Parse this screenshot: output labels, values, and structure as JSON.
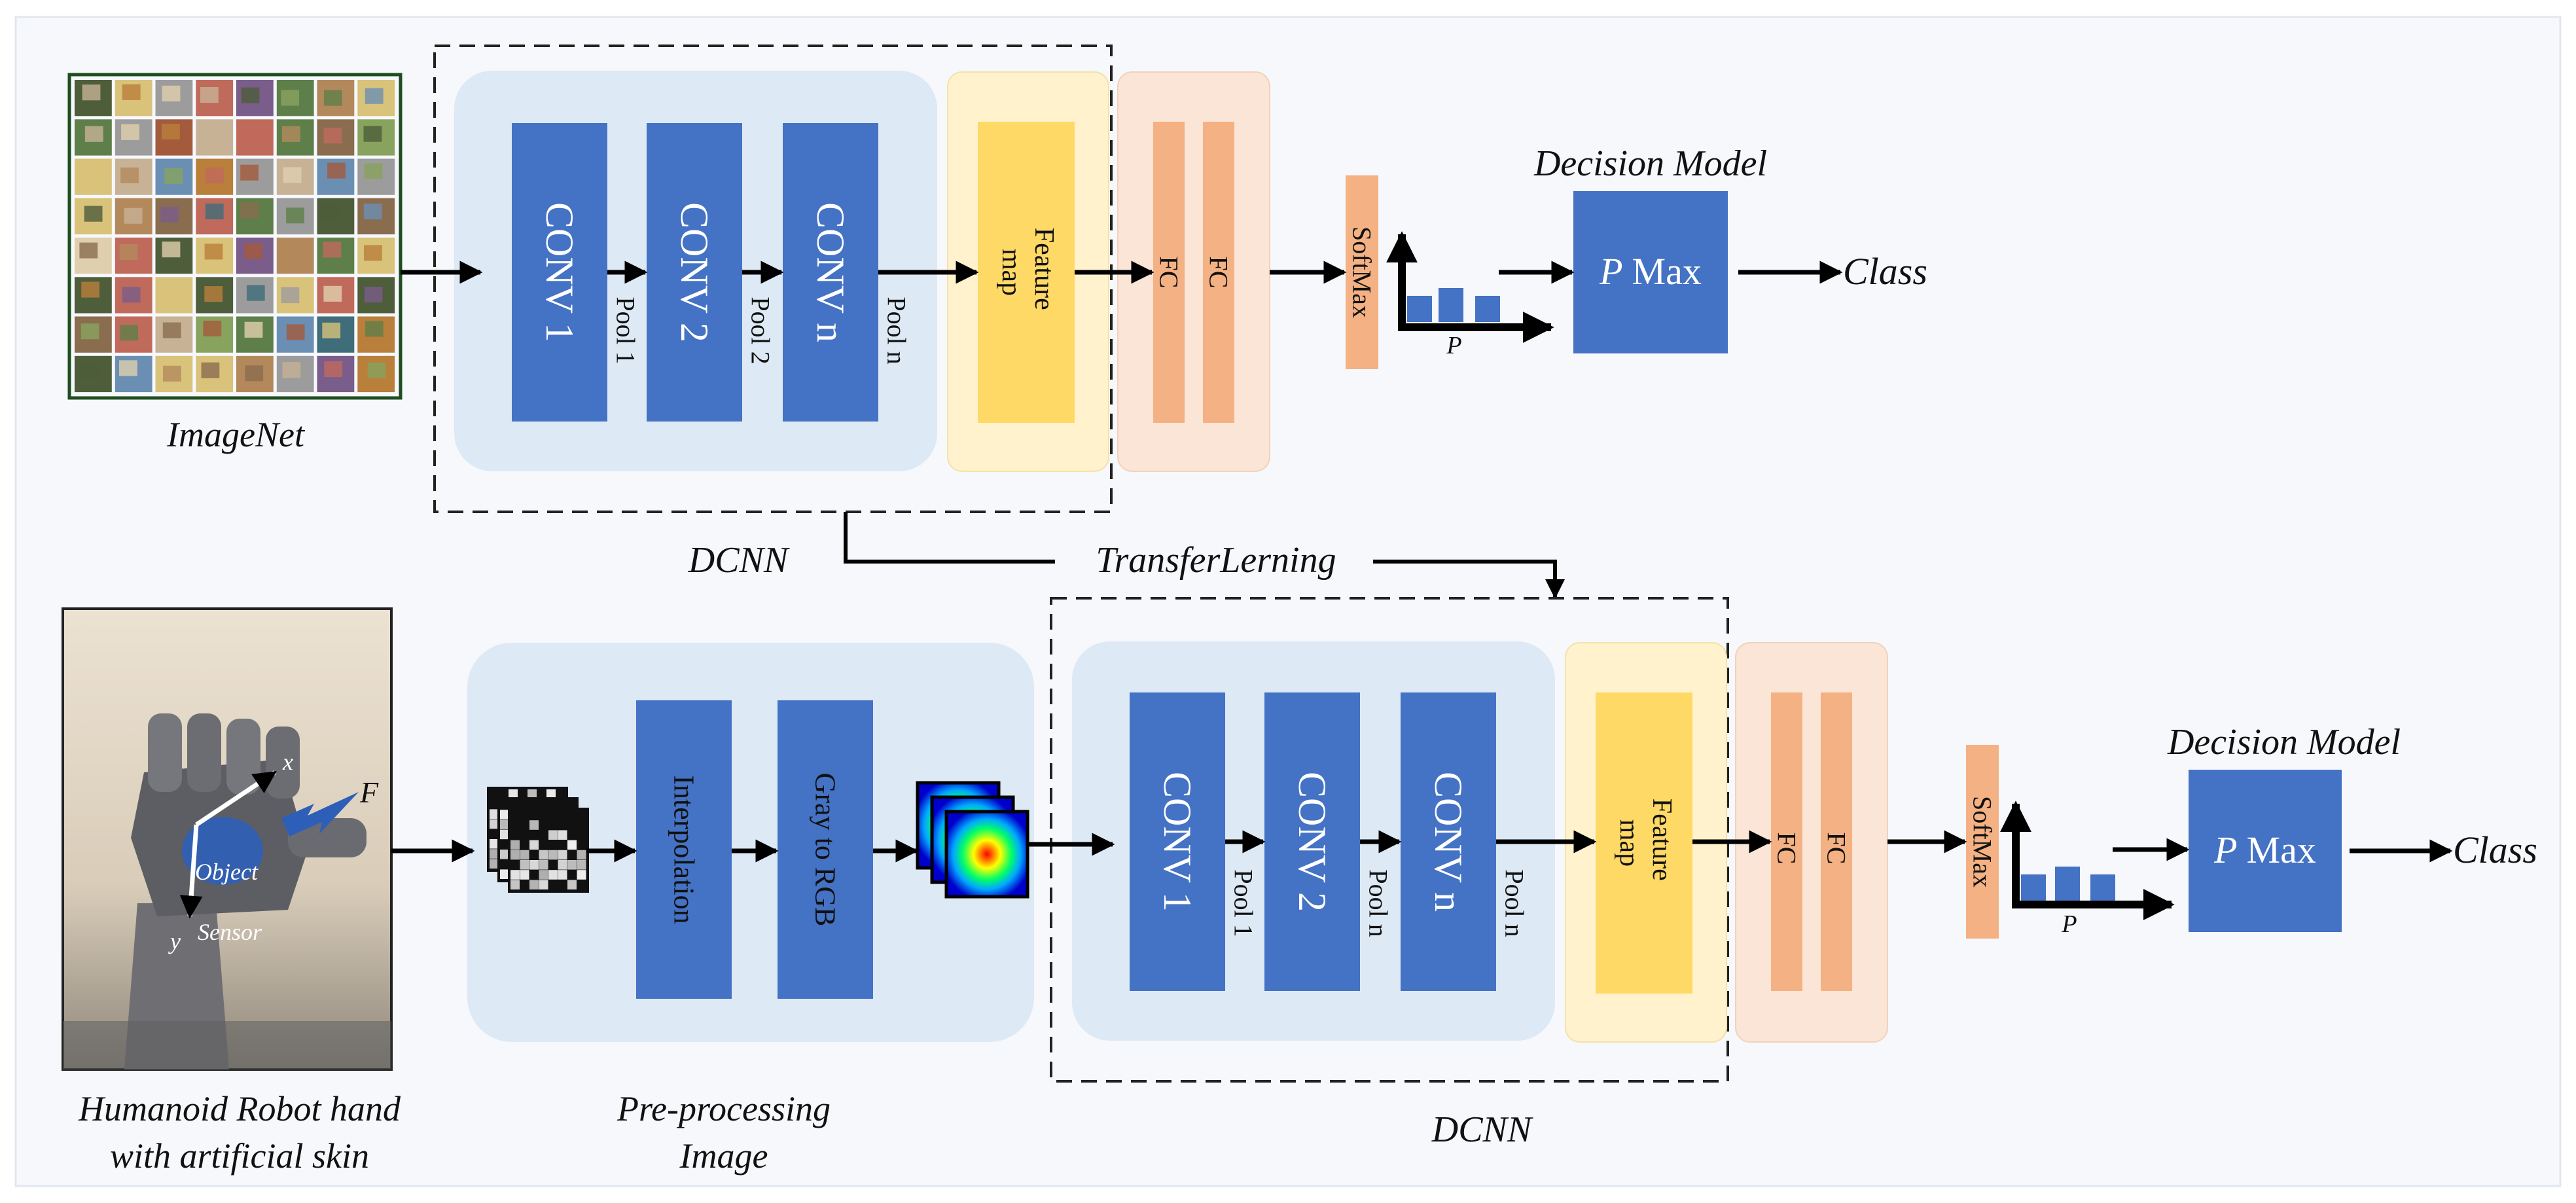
{
  "top": {
    "dataset_label": "ImageNet",
    "convs": [
      "CONV 1",
      "CONV 2",
      "CONV n"
    ],
    "pools": [
      "Pool 1",
      "Pool 2",
      "Pool n"
    ],
    "feature_map": [
      "Feature",
      "map"
    ],
    "fc": [
      "FC",
      "FC"
    ],
    "softmax": "SoftMax",
    "p_axis": "P",
    "decision_title": "Decision Model",
    "pmax_p": "P",
    "pmax_max": "Max",
    "class": "Class",
    "dcnn": "DCNN"
  },
  "transfer_label": "TransferLerning",
  "bottom": {
    "photo_labels": {
      "x": "x",
      "y": "y",
      "f": "F",
      "object": "Object",
      "sensor": "Sensor"
    },
    "robot_label": [
      "Humanoid Robot hand",
      "with artificial skin"
    ],
    "pre_steps": [
      "Interpolation",
      "Gray to RGB"
    ],
    "pre_label": [
      "Pre-processing",
      "Image"
    ],
    "convs": [
      "CONV 1",
      "CONV 2",
      "CONV n"
    ],
    "pools": [
      "Pool 1",
      "Pool n",
      "Pool n"
    ],
    "feature_map": [
      "Feature",
      "map"
    ],
    "fc": [
      "FC",
      "FC"
    ],
    "softmax": "SoftMax",
    "p_axis": "P",
    "decision_title": "Decision Model",
    "pmax_p": "P",
    "pmax_max": "Max",
    "class": "Class",
    "dcnn": "DCNN"
  },
  "colors": {
    "background": "#f6f8fc",
    "conv_block": "#4472c4",
    "dcnn_panel": "#dde9f5",
    "feature_panel": "#fff2cc",
    "feature_map": "#ffd966",
    "fc_panel": "#fbe5d6",
    "fc_bar": "#f4b183",
    "softmax": "#f4b183",
    "decision": "#4472c4",
    "line": "#000000"
  }
}
